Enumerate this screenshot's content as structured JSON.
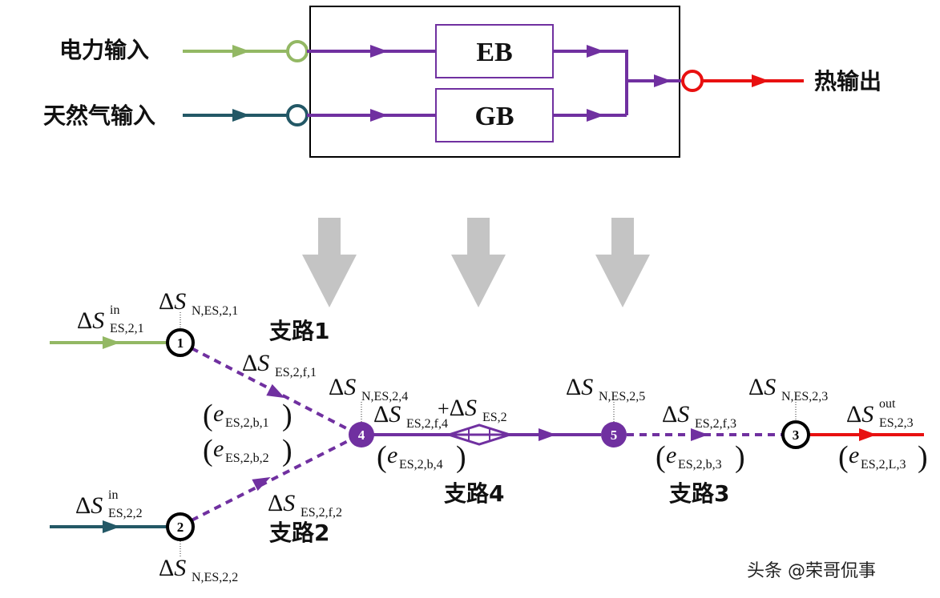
{
  "top_diagram": {
    "inputs": {
      "electric": "电力输入",
      "gas": "天然气输入"
    },
    "output": "热输出",
    "units": {
      "eb": "EB",
      "gb": "GB"
    }
  },
  "lower_diagram": {
    "branches": {
      "b1": "支路1",
      "b2": "支路2",
      "b3": "支路3",
      "b4": "支路4"
    },
    "nodes": {
      "n1": "1",
      "n2": "2",
      "n3": "3",
      "n4": "4",
      "n5": "5"
    },
    "symbols": {
      "delta": "Δ",
      "S": "S",
      "e": "e",
      "plus": "+",
      "lp": "(",
      "rp": ")"
    },
    "subscripts": {
      "in1": "ES,2,1",
      "in2": "ES,2,2",
      "out": "ES,2,3",
      "n1": "N,ES,2,1",
      "n2": "N,ES,2,2",
      "n3": "N,ES,2,3",
      "n4": "N,ES,2,4",
      "n5": "N,ES,2,5",
      "f1": "ES,2,f,1",
      "f2": "ES,2,f,2",
      "f3": "ES,2,f,3",
      "f4": "ES,2,f,4",
      "es2": "ES,2",
      "b1": "ES,2,b,1",
      "b2": "ES,2,b,2",
      "b3": "ES,2,b,3",
      "b4": "ES,2,b,4",
      "l3": "ES,2,L,3"
    },
    "superscripts": {
      "in": "in",
      "out": "out"
    }
  },
  "watermark": "头条 @荣哥侃事",
  "colors": {
    "electric": "#93b864",
    "gas": "#235866",
    "internal": "#7030a0",
    "heat": "#e81010",
    "arrow_gray": "#c4c4c4"
  }
}
